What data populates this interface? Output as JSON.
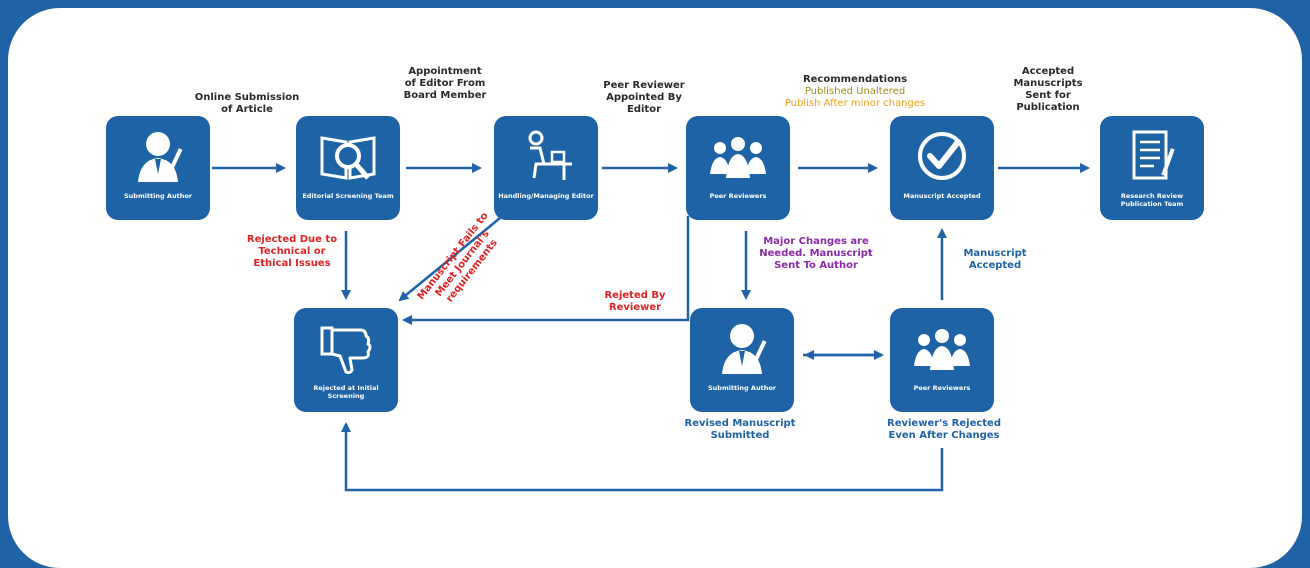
{
  "nodes": {
    "submitting_author": {
      "label": "Submitting Author",
      "icon": "author-icon"
    },
    "editorial_screening": {
      "label": "Editorial Screening Team",
      "icon": "magnifier-book-icon"
    },
    "handling_editor": {
      "label": "Handling/Managing Editor",
      "icon": "editor-desk-icon"
    },
    "peer_reviewers": {
      "label": "Peer Reviewers",
      "icon": "people-group-icon"
    },
    "manuscript_accepted": {
      "label": "Manuscript Accepted",
      "icon": "check-circle-icon"
    },
    "research_review": {
      "label": "Research Review Publication Team",
      "icon": "document-icon"
    },
    "rejected_initial": {
      "label": "Rejected at Initial Screening",
      "icon": "thumbs-down-icon"
    },
    "submitting_author_2": {
      "label": "Submitting Author",
      "icon": "author-icon"
    },
    "peer_reviewers_2": {
      "label": "Peer Reviewers",
      "icon": "people-group-icon"
    }
  },
  "labels": {
    "online_submission": "Online Submission of Article",
    "appointment_editor": "Appointment of Editor From Board Member",
    "peer_reviewer_appointed": "Peer Reviewer Appointed By Editor",
    "recommendations": "Recommendations",
    "published_unaltered": "Published Unaltered",
    "publish_minor": "Publish After minor changes",
    "accepted_sent": "Accepted Manuscripts Sent for Publication",
    "rejected_technical": "Rejected Due to Technical or Ethical Issues",
    "fails_requirements": "Manuscript Fails to Meet Journal's requirements",
    "rejected_by_reviewer": "Rejeted By Reviewer",
    "major_changes": "Major Changes are Needed. Manuscript Sent To Author",
    "manuscript_accepted_2": "Manuscript Accepted",
    "revised_submitted": "Revised Manuscript Submitted",
    "reviewer_rejected_after": "Reviewer's Rejected Even After Changes"
  },
  "colors": {
    "primary": "#1e63a5",
    "frame": "#1f63a6",
    "rejection": "#e02424",
    "major_changes": "#8a2aa8",
    "published_unaltered": "#a08d1e",
    "publish_minor": "#f0a018"
  }
}
